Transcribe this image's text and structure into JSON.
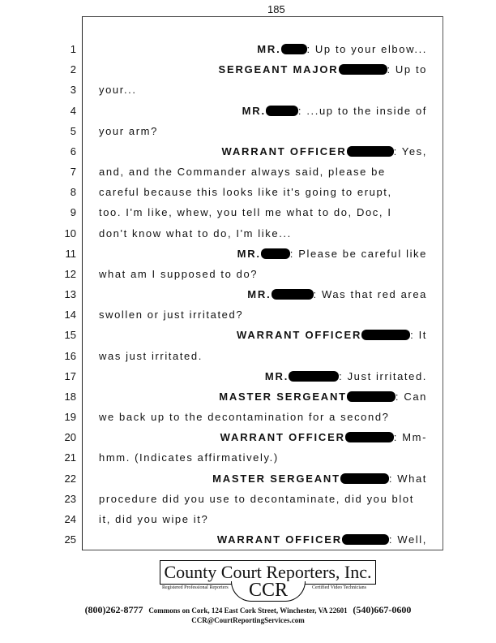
{
  "page_number": "185",
  "lines": [
    {
      "n": "1",
      "type": "speaker",
      "speaker": "MR.",
      "redact": 32,
      "text": ": Up to your elbow..."
    },
    {
      "n": "2",
      "type": "speaker",
      "speaker": "SERGEANT MAJOR",
      "redact": 60,
      "text": ": Up to"
    },
    {
      "n": "3",
      "type": "text",
      "text": "your..."
    },
    {
      "n": "4",
      "type": "speaker",
      "speaker": "MR.",
      "redact": 40,
      "text": ": ...up to the inside of"
    },
    {
      "n": "5",
      "type": "text",
      "text": "your arm?"
    },
    {
      "n": "6",
      "type": "speaker",
      "speaker": "WARRANT OFFICER",
      "redact": 58,
      "text": ": Yes,"
    },
    {
      "n": "7",
      "type": "text",
      "text": "and, and the Commander always said, please be"
    },
    {
      "n": "8",
      "type": "text",
      "text": "careful because this looks like it's going to erupt,"
    },
    {
      "n": "9",
      "type": "text",
      "text": "too. I'm like, whew, you tell me what to do, Doc, I"
    },
    {
      "n": "10",
      "type": "text",
      "text": "don't know what to do, I'm like..."
    },
    {
      "n": "11",
      "type": "speaker",
      "speaker": "MR.",
      "redact": 36,
      "text": ": Please be careful like"
    },
    {
      "n": "12",
      "type": "text",
      "text": "what am I supposed to do?"
    },
    {
      "n": "13",
      "type": "speaker",
      "speaker": "MR.",
      "redact": 52,
      "text": ": Was that red area"
    },
    {
      "n": "14",
      "type": "text",
      "text": "swollen or just irritated?"
    },
    {
      "n": "15",
      "type": "speaker",
      "speaker": "WARRANT OFFICER",
      "redact": 60,
      "text": ": It"
    },
    {
      "n": "16",
      "type": "text",
      "text": "was just irritated."
    },
    {
      "n": "17",
      "type": "speaker",
      "speaker": "MR.",
      "redact": 62,
      "text": ": Just irritated."
    },
    {
      "n": "18",
      "type": "speaker",
      "speaker": "MASTER SERGEANT",
      "redact": 60,
      "text": ": Can"
    },
    {
      "n": "19",
      "type": "text",
      "text": "we back up to the decontamination for a second?"
    },
    {
      "n": "20",
      "type": "speaker",
      "speaker": "WARRANT OFFICER",
      "redact": 60,
      "text": ": Mm-"
    },
    {
      "n": "21",
      "type": "text",
      "text": "hmm. (Indicates affirmatively.)"
    },
    {
      "n": "22",
      "type": "speaker",
      "speaker": "MASTER SERGEANT",
      "redact": 60,
      "text": ": What"
    },
    {
      "n": "23",
      "type": "text",
      "text": "procedure did you use to decontaminate, did you blot"
    },
    {
      "n": "24",
      "type": "text",
      "text": "it, did you wipe it?"
    },
    {
      "n": "25",
      "type": "speaker",
      "speaker": "WARRANT OFFICER",
      "redact": 58,
      "text": ": Well,"
    }
  ],
  "footer": {
    "company": "County Court Reporters, Inc.",
    "initials": "CCR",
    "left_tag": "Registered Professional Reporters",
    "right_tag": "Certified Video Technicians",
    "phone_left": "(800)262-8777",
    "address": "Commons on Cork, 124 East Cork Street, Winchester, VA  22601",
    "phone_right": "(540)667-0600",
    "email": "CCR@CourtReportingServices.com"
  }
}
